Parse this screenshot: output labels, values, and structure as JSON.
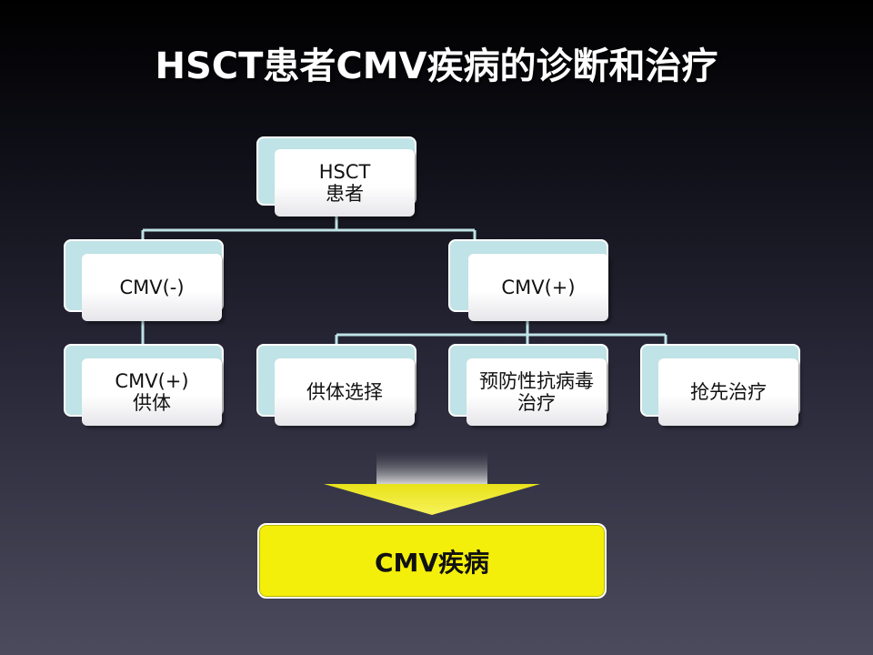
{
  "title": "HSCT患者CMV疾病的诊断和治疗",
  "nodes": {
    "root": [
      "HSCT",
      "患者"
    ],
    "neg": "CMV(-)",
    "pos": "CMV(+)",
    "neg_child": [
      "CMV(+)",
      "供体"
    ],
    "donor_select": "供体选择",
    "prophylaxis": [
      "预防性抗病毒",
      "治疗"
    ],
    "preemptive": "抢先治疗"
  },
  "outcome": "CMV疾病",
  "colors": {
    "node_back": "#bfe3e6",
    "connector": "#bfe3e6",
    "outcome_fill": "#f4ef0a",
    "arrow": "#e8e21a"
  }
}
